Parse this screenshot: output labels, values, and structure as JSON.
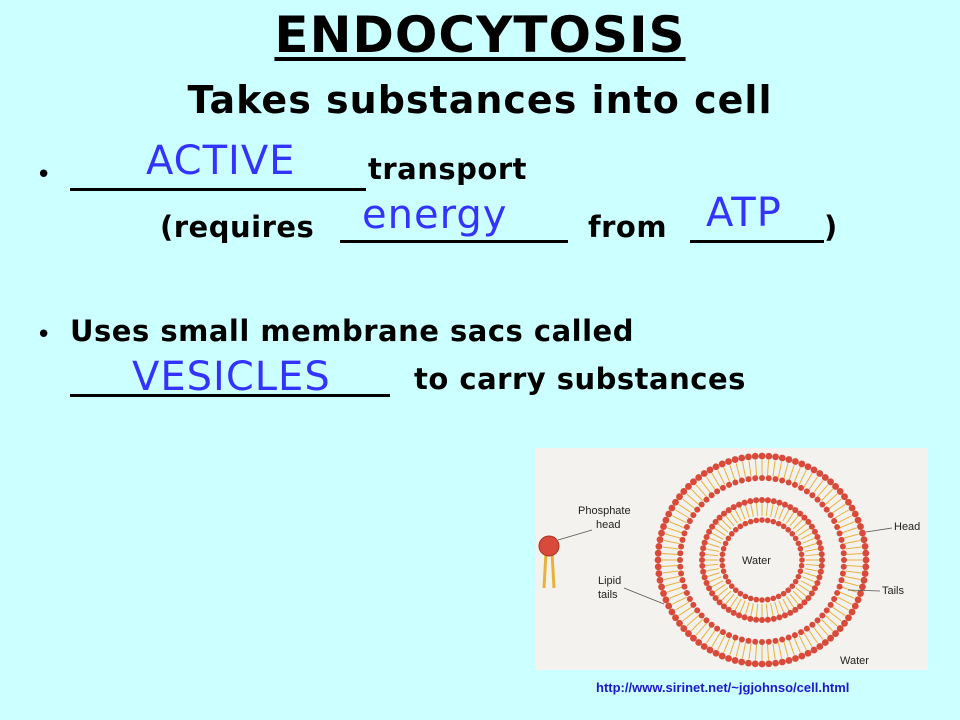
{
  "slide": {
    "title": "ENDOCYTOSIS",
    "subtitle": "Takes substances into cell",
    "bullet_glyph": "•"
  },
  "bullet1": {
    "text_after_blank": "transport",
    "requires_prefix": "(requires",
    "from_text": "from",
    "close_paren": ")",
    "answer_blank": "ACTIVE",
    "answer_energy": "energy",
    "answer_atp": "ATP"
  },
  "bullet2": {
    "line1": "Uses small membrane sacs called",
    "line2_suffix": "to carry substances",
    "answer_vesicles": "VESICLES"
  },
  "figure": {
    "labels": {
      "phosphate_head": [
        "Phosphate",
        "head"
      ],
      "lipid_tails": [
        "Lipid",
        "tails"
      ],
      "water_inner": "Water",
      "water_outer": "Water",
      "head": "Head",
      "tails": "Tails"
    },
    "colors": {
      "head": "#d94a3a",
      "tail": "#e8b23a",
      "answer": "#3333ff"
    }
  },
  "source_url": "http://www.sirinet.net/~jgjohnso/cell.html"
}
